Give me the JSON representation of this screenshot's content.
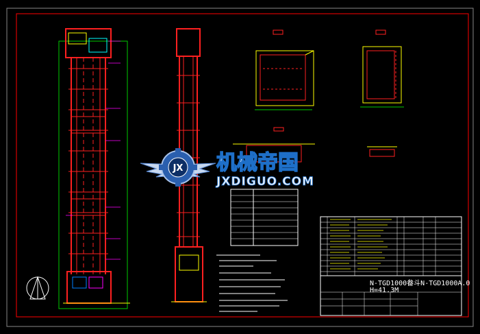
{
  "drawing": {
    "title_block_line1": "N-TGD1000畚斗N-TGD1000A.0",
    "title_block_line2": "H=41.3M"
  },
  "watermark": {
    "brand_cn": "机械帝国",
    "brand_en": "JXDIGUO.COM",
    "logo_letters": "JX"
  },
  "colors": {
    "background": "#000000",
    "frame": "#ff0000",
    "section_view_red": "#ff2020",
    "table_yellow": "#ffff00",
    "outline_green": "#00cc00",
    "note_white": "#ffffff",
    "watermark_blue": "#1e6fc8"
  },
  "icons": {
    "north_arrow": "triangle-compass-icon",
    "logo": "gear-wing-logo-icon"
  }
}
